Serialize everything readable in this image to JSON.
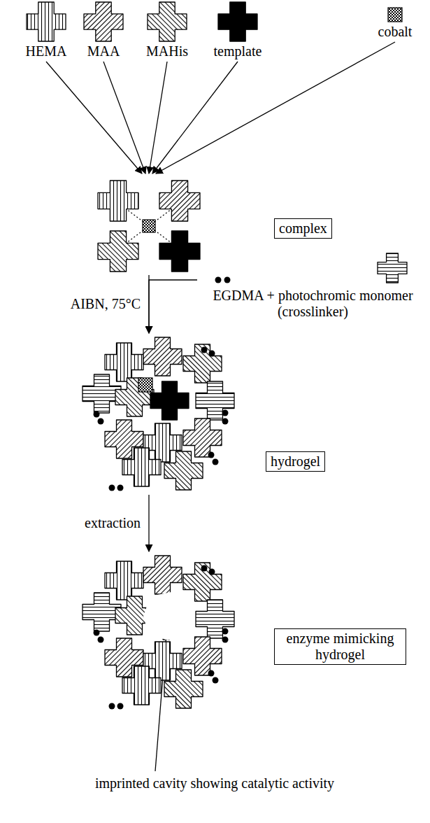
{
  "diagram": {
    "nodes": [
      {
        "text": [
          "HEMA"
        ]
      },
      {
        "text": [
          "MAA"
        ]
      },
      {
        "text": [
          "MAHis"
        ]
      },
      {
        "text": [
          "template"
        ]
      },
      {
        "text": [
          "cobalt"
        ]
      },
      {
        "text": [
          "complex"
        ]
      },
      {
        "text": [
          "EGDMA + photochromic monomer (crosslinker)"
        ]
      },
      {
        "text": [
          "hydrogel"
        ]
      },
      {
        "text": [
          "enzyme mimicking hydrogel"
        ]
      }
    ],
    "edges": [
      {
        "from": 0,
        "to": 5,
        "arrow": "to"
      },
      {
        "from": 1,
        "to": 5,
        "arrow": "to"
      },
      {
        "from": 2,
        "to": 5,
        "arrow": "to"
      },
      {
        "from": 3,
        "to": 5,
        "arrow": "to"
      },
      {
        "from": 4,
        "to": 5,
        "arrow": "to"
      },
      {
        "from": 5,
        "to": 7,
        "label": "AIBN, 75°C",
        "arrow": "to"
      },
      {
        "from": 6,
        "to": 7,
        "arrow": "to"
      },
      {
        "from": 7,
        "to": 8,
        "label": "extraction",
        "arrow": "to"
      }
    ],
    "labels": [
      "imprinted cavity showing catalytic activity"
    ]
  }
}
